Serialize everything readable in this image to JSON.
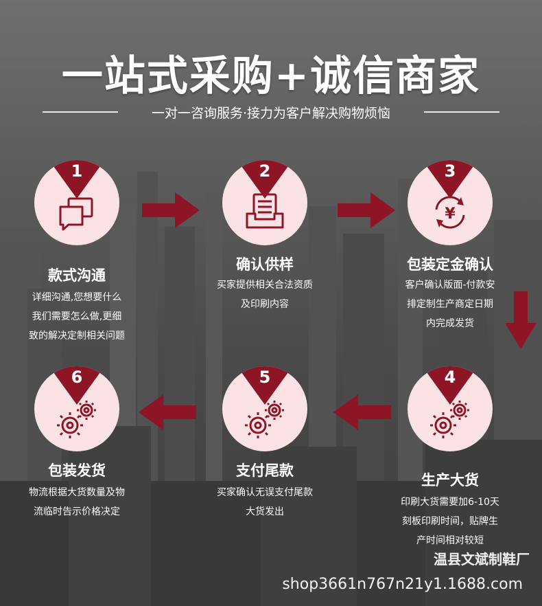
{
  "header": {
    "title": "一站式采购+诚信商家",
    "subtitle": "一对一咨询服务·接力为客户解决购物烦恼"
  },
  "colors": {
    "accent": "#8e1526",
    "circle_fill": "#fbe3e5",
    "text": "#ffffff"
  },
  "steps": [
    {
      "num": "1",
      "icon": "chat-bubbles-icon",
      "title": "款式沟通",
      "desc": [
        "详细沟通,您想要什么",
        "我们需要怎么做,更细",
        "致的解决定制相关问题"
      ]
    },
    {
      "num": "2",
      "icon": "document-tray-icon",
      "title": "确认供样",
      "desc": [
        "买家提供相关合法资质",
        "及印刷内容"
      ]
    },
    {
      "num": "3",
      "icon": "yuan-cycle-icon",
      "title": "包装定金确认",
      "desc": [
        "客户确认版面-付款安",
        "排定制生产商定日期",
        "内完成发货"
      ]
    },
    {
      "num": "4",
      "icon": "gears-icon",
      "title": "生产大货",
      "desc": [
        "印刷大货需要加6-10天",
        "刻板印刷时间，贴牌生",
        "产时间相对较短"
      ]
    },
    {
      "num": "5",
      "icon": "gears-icon",
      "title": "支付尾款",
      "desc": [
        "买家确认无误支付尾款",
        "大货发出"
      ]
    },
    {
      "num": "6",
      "icon": "gears-icon",
      "title": "包装发货",
      "desc": [
        "物流根据大货数量及物",
        "流临时告示价格决定"
      ]
    }
  ],
  "footer": {
    "company": "温县文斌制鞋厂",
    "url": "shop3661n767n21y1.1688.com"
  }
}
